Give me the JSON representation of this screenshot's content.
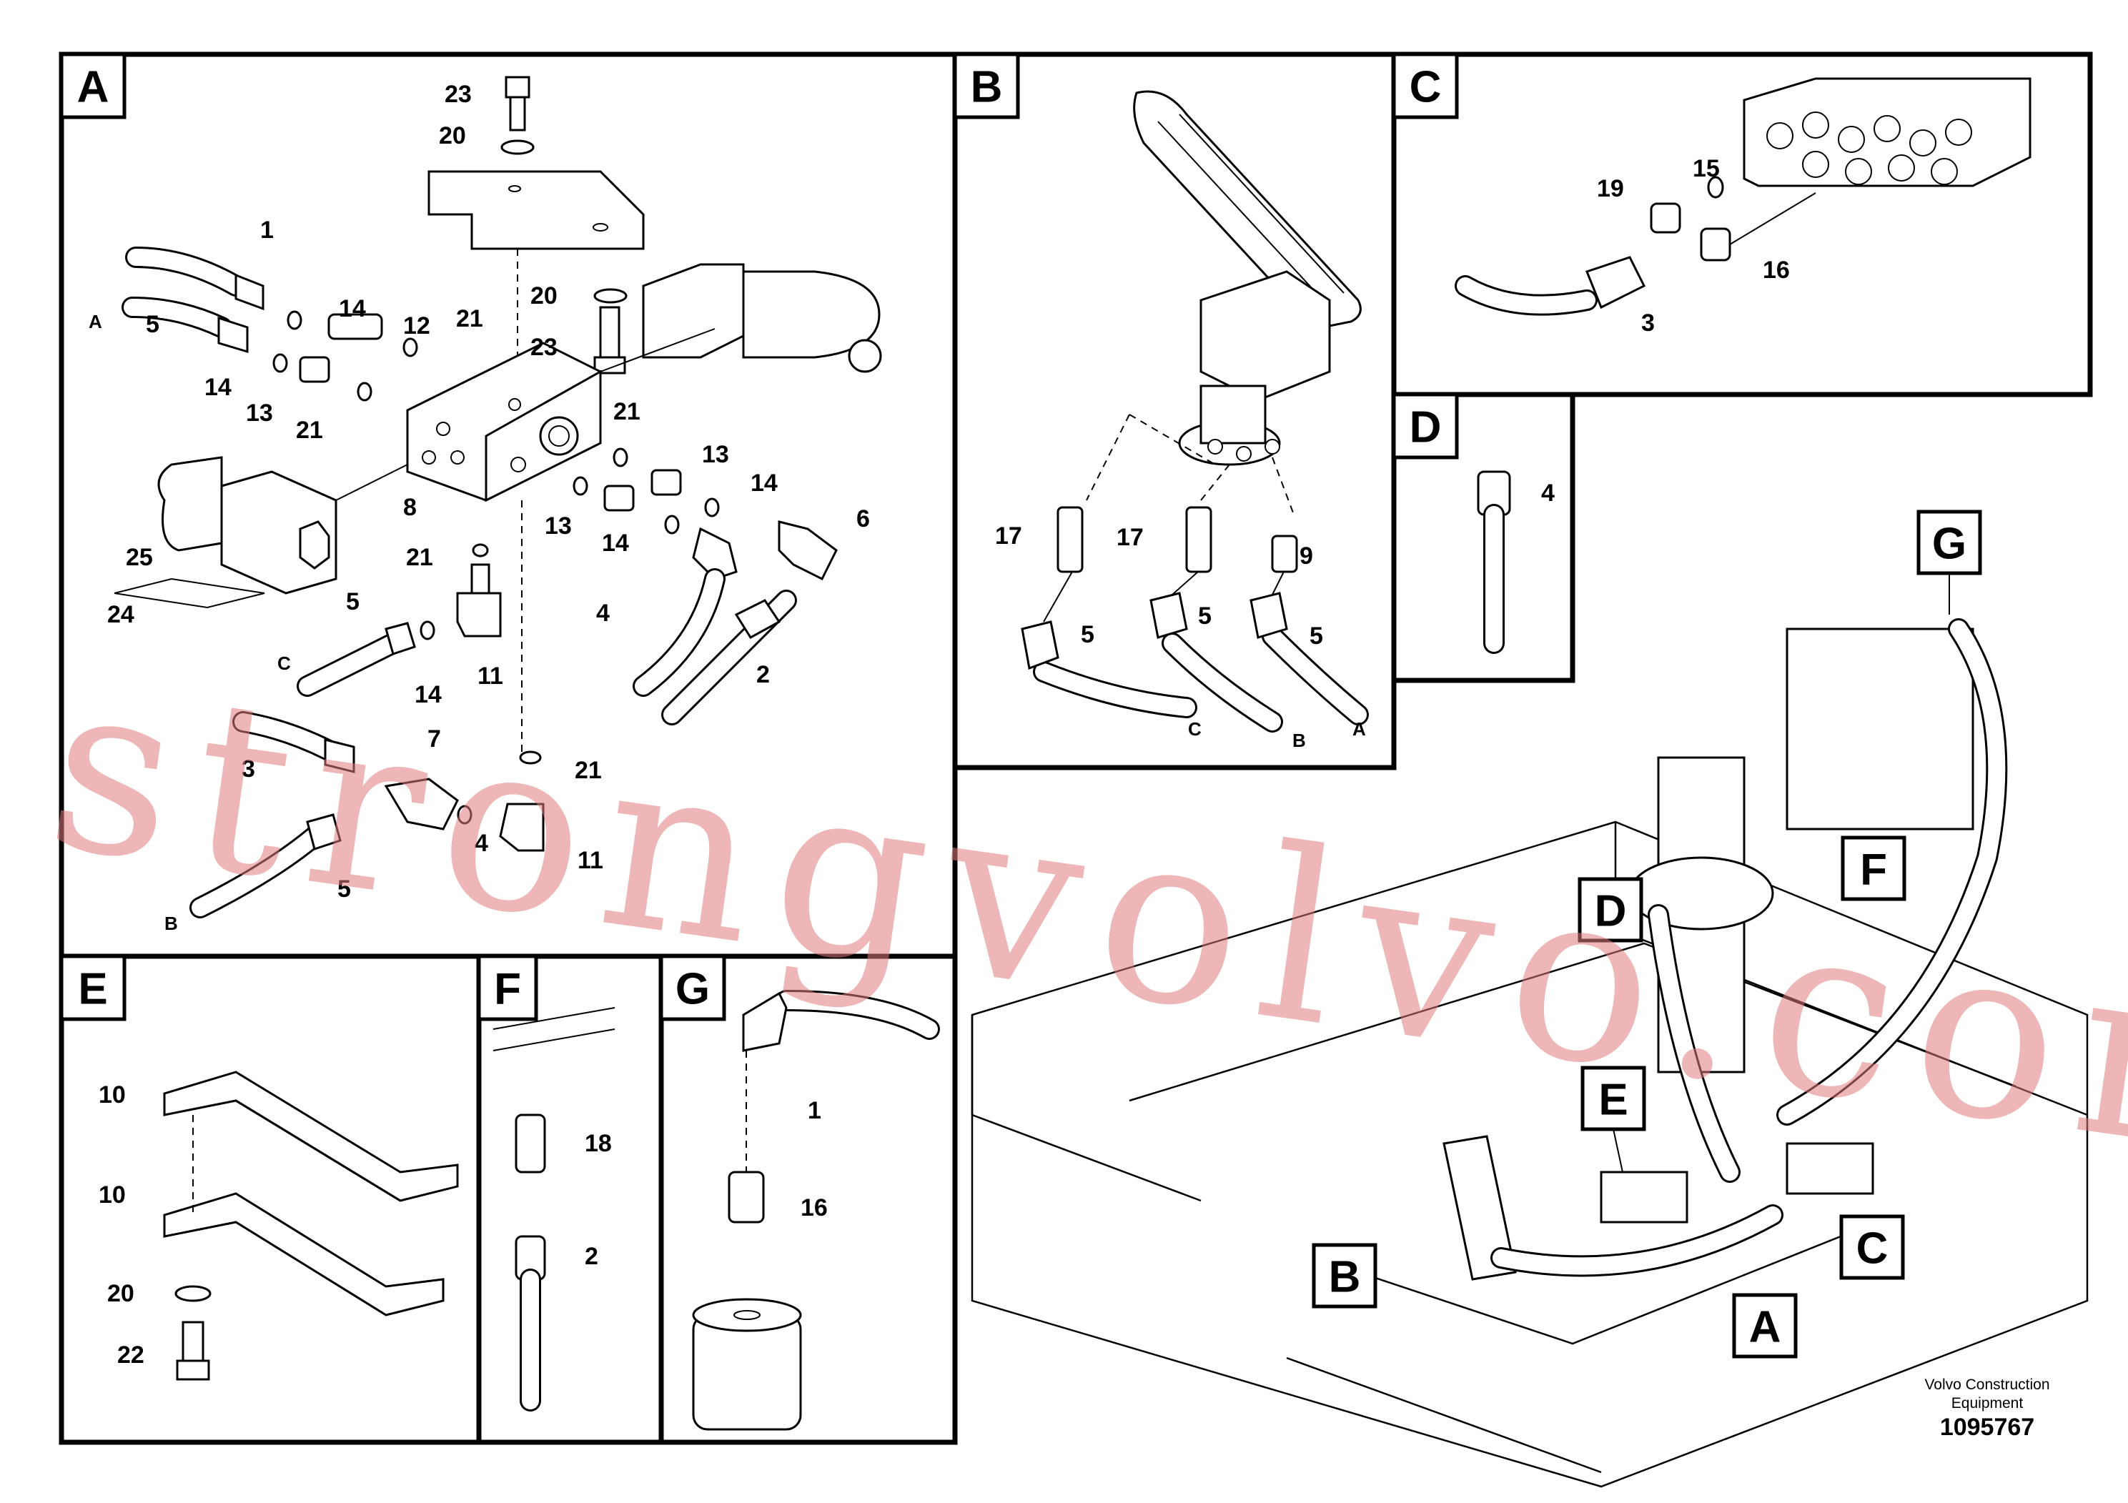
{
  "panels": {
    "A": "A",
    "B": "B",
    "C": "C",
    "D": "D",
    "E": "E",
    "F": "F",
    "G": "G"
  },
  "callouts": {
    "A": [
      "23",
      "20",
      "1",
      "14",
      "12",
      "21",
      "5",
      "14",
      "13",
      "21",
      "20",
      "23",
      "21",
      "13",
      "14",
      "8",
      "13",
      "14",
      "6",
      "21",
      "25",
      "24",
      "5",
      "4",
      "2",
      "14",
      "11",
      "7",
      "3",
      "21",
      "11",
      "4",
      "5"
    ],
    "B": [
      "17",
      "17",
      "9",
      "5",
      "5",
      "5"
    ],
    "C": [
      "15",
      "19",
      "16",
      "3"
    ],
    "D": [
      "4"
    ],
    "E": [
      "10",
      "10",
      "20",
      "22"
    ],
    "F": [
      "18",
      "2"
    ],
    "G": [
      "1",
      "16"
    ]
  },
  "port_labels": {
    "A": [
      "A",
      "C",
      "B"
    ],
    "B": [
      "C",
      "B",
      "A"
    ]
  },
  "overview_tags": [
    "G",
    "F",
    "D",
    "E",
    "C",
    "B",
    "A"
  ],
  "watermark": "strongvolvo.com",
  "caption": {
    "line1": "Volvo Construction",
    "line2": "Equipment",
    "number": "1095767"
  }
}
